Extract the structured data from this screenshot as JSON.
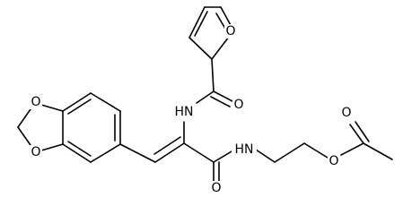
{
  "structure": {
    "atoms": [
      {
        "id": "furan-O",
        "text": "O"
      },
      {
        "id": "amide1-N",
        "text": "HN"
      },
      {
        "id": "amide1-O",
        "text": "O"
      },
      {
        "id": "dioxole-O-upper",
        "text": "O"
      },
      {
        "id": "dioxole-O-lower",
        "text": "O"
      },
      {
        "id": "amide2-N",
        "text": "HN"
      },
      {
        "id": "amide2-O",
        "text": "O"
      },
      {
        "id": "ester-O",
        "text": "O"
      },
      {
        "id": "acetyl-O",
        "text": "O"
      }
    ]
  }
}
